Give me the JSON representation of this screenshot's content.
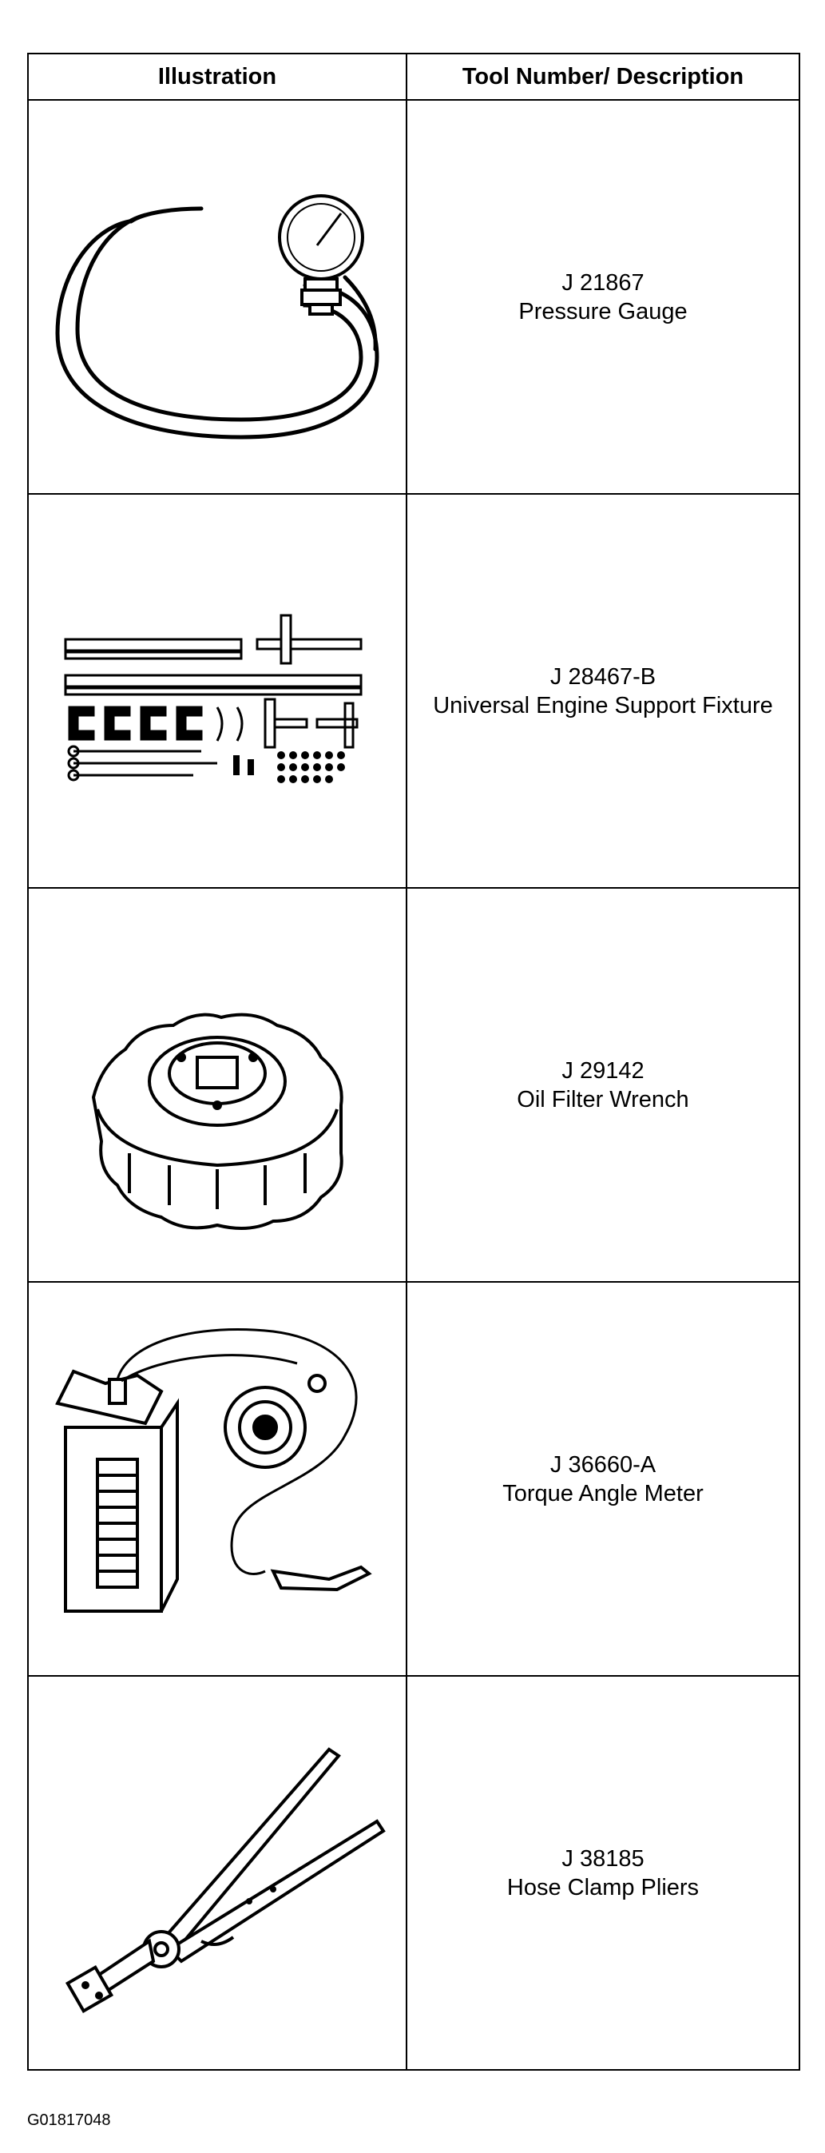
{
  "header": {
    "illustration": "Illustration",
    "tool": "Tool Number/ Description"
  },
  "tools": [
    {
      "number": "J 21867",
      "description": "Pressure Gauge",
      "icon": "pressure-gauge-icon"
    },
    {
      "number": "J 28467-B",
      "description": "Universal Engine Support Fixture",
      "icon": "engine-support-fixture-icon"
    },
    {
      "number": "J 29142",
      "description": "Oil Filter Wrench",
      "icon": "oil-filter-wrench-icon"
    },
    {
      "number": "J 36660-A",
      "description": "Torque Angle Meter",
      "icon": "torque-angle-meter-icon"
    },
    {
      "number": "J 38185",
      "description": "Hose Clamp Pliers",
      "icon": "hose-clamp-pliers-icon"
    }
  ],
  "figure_id": "G01817048"
}
